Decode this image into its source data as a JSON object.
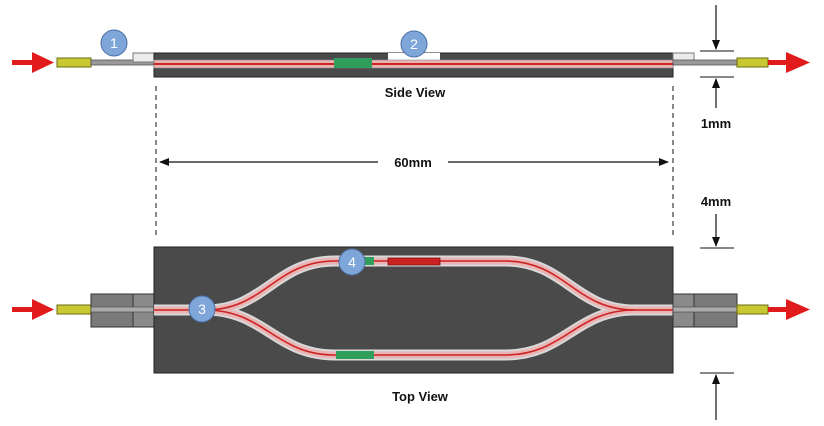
{
  "labels": {
    "side_view": "Side View",
    "top_view": "Top View",
    "length": "60mm",
    "thickness_side": "1mm",
    "thickness_top": "4mm"
  },
  "markers": {
    "m1": "1",
    "m2": "2",
    "m3": "3",
    "m4": "4"
  },
  "colors": {
    "chip_body": "#4a4a4a",
    "waveguide_core": "#cc2222",
    "waveguide_clad": "#e8b4b4",
    "green_section": "#2e9e5a",
    "fiber": "#c8c832",
    "arrow": "#e11b1b",
    "marker_fill": "#7fa6d8"
  }
}
